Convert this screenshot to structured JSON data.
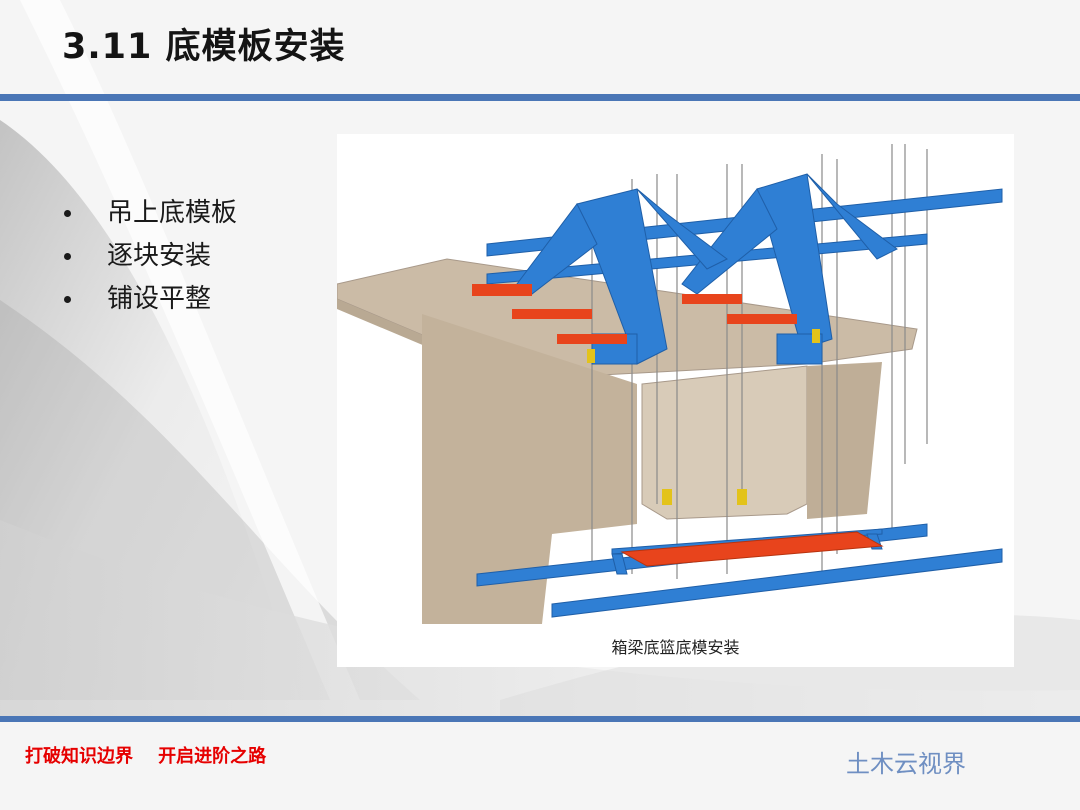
{
  "slide": {
    "title": "3.11  底模板安装",
    "bullets": [
      "吊上底模板",
      "逐块安装",
      "铺设平整"
    ]
  },
  "figure": {
    "caption": "箱梁底篮底模安装"
  },
  "footer": {
    "slogan": "打破知识边界    开启进阶之路",
    "brand": "土木云视界"
  },
  "colors": {
    "accent_rule": "#4a76b6",
    "steel_frame": "#2f7fd4",
    "formwork_panel": "#e8441c",
    "concrete": "#c9b9a3",
    "slogan": "#e60000",
    "brand": "#6f8fc2"
  }
}
